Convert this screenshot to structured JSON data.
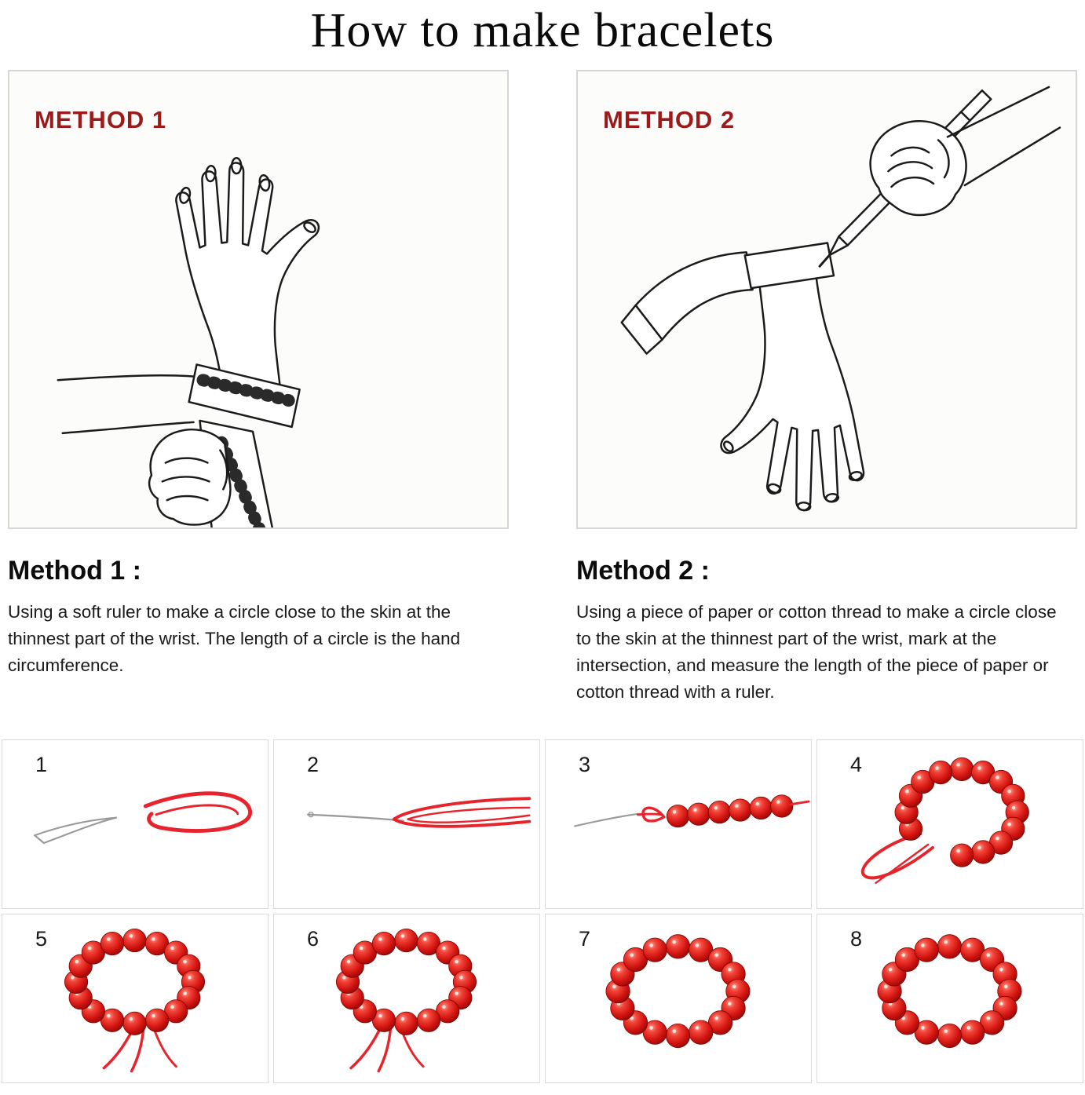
{
  "title": "How to make bracelets",
  "colors": {
    "badge": "#9b1b1b",
    "thread": "#e8232b",
    "needle": "#9a9a9a",
    "bead_light": "#ff9c8a",
    "bead_hi": "#f1453a",
    "bead_mid": "#d31410",
    "bead_dark": "#8c0806"
  },
  "methods": [
    {
      "badge": "METHOD 1",
      "heading": "Method 1 :",
      "description": "Using a soft ruler to make a circle close to the skin at the thinnest part of the wrist. The length of a circle is the hand circumference."
    },
    {
      "badge": "METHOD 2",
      "heading": "Method 2 :",
      "description": "Using a piece of paper or cotton thread to make a circle close to the skin at the thinnest part of the wrist, mark at the intersection, and measure the length of the piece of paper or cotton thread with a ruler."
    }
  ],
  "steps": [
    {
      "number": "1",
      "type": "needle-and-loop"
    },
    {
      "number": "2",
      "type": "needle-threaded"
    },
    {
      "number": "3",
      "type": "beads-strung"
    },
    {
      "number": "4",
      "type": "bracelet-with-loop"
    },
    {
      "number": "5",
      "type": "bracelet-with-tails"
    },
    {
      "number": "6",
      "type": "bracelet-with-tails"
    },
    {
      "number": "7",
      "type": "bracelet-finished"
    },
    {
      "number": "8",
      "type": "bracelet-finished"
    }
  ]
}
